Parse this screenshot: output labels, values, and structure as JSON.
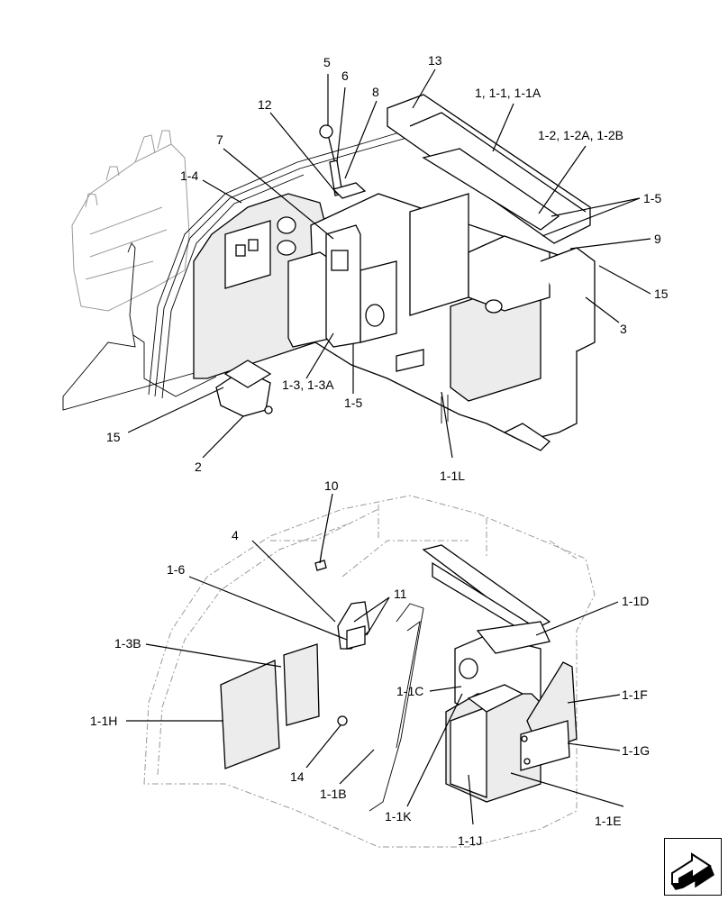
{
  "labels": {
    "l5": "5",
    "l6": "6",
    "l13": "13",
    "l1_1_1a": "1, 1-1, 1-1A",
    "l12": "12",
    "l8": "8",
    "l7": "7",
    "l1_2": "1-2, 1-2A, 1-2B",
    "l1_4": "1-4",
    "l1_5a": "1-5",
    "l9": "9",
    "l15a": "15",
    "l3": "3",
    "l1_3": "1-3, 1-3A",
    "l1_5b": "1-5",
    "l15b": "15",
    "l2": "2",
    "l1_1l": "1-1L",
    "l10": "10",
    "l4": "4",
    "l1_6": "1-6",
    "l11": "11",
    "l1_1d": "1-1D",
    "l1_3b": "1-3B",
    "l1_1c": "1-1C",
    "l1_1f": "1-1F",
    "l1_1h": "1-1H",
    "l1_1g": "1-1G",
    "l14": "14",
    "l1_1b": "1-1B",
    "l1_1k": "1-1K",
    "l1_1e": "1-1E",
    "l1_1j": "1-1J"
  },
  "nav": {
    "icon": "next-page-arrow-icon"
  }
}
